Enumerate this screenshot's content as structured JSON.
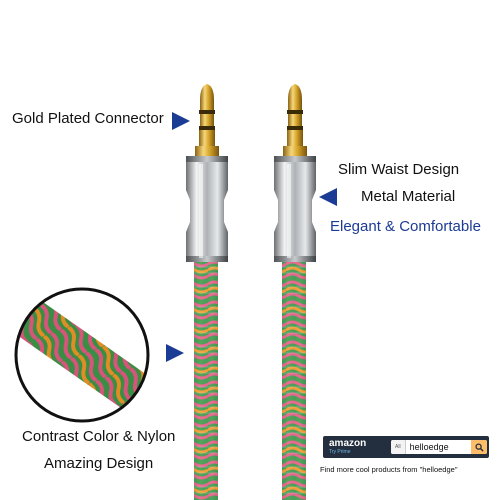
{
  "labels": {
    "gold_plated": "Gold Plated Connector",
    "slim_waist": "Slim Waist Design",
    "metal_material": "Metal Material",
    "elegant": "Elegant & Comfortable",
    "contrast": "Contrast Color & Nylon",
    "amazing": "Amazing Design"
  },
  "amazon_widget": {
    "logo": "amazon",
    "tagline": "Try Prime",
    "category": "All",
    "query": "helloedge",
    "icon": "search-icon",
    "footer": "Find more cool products from \"helloedge\""
  },
  "colors": {
    "arrow": "#1b3c94",
    "label_blue": "#1b3c94",
    "gold": "#d8a72c",
    "chrome": "#c9ccce",
    "braid_green": "#3e9a4a",
    "braid_pink": "#ea5d86",
    "braid_orange": "#f39a2a",
    "amazon_bar": "#232f3e",
    "amazon_button": "#febd69"
  }
}
